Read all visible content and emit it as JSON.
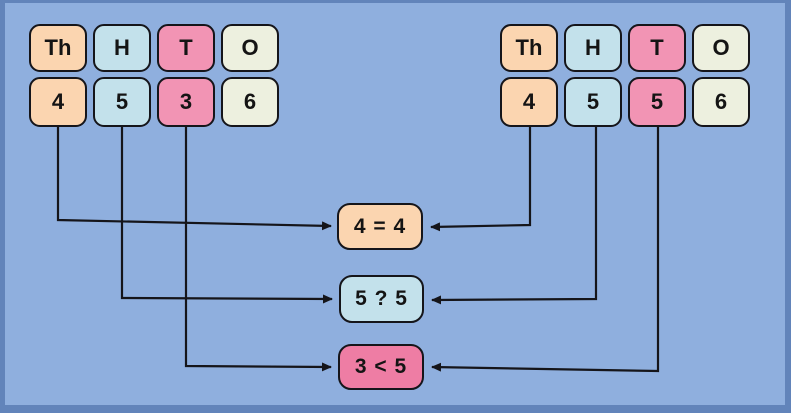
{
  "colors": {
    "bg": "#8fafde",
    "frame": "#6284ba",
    "peach": "#fbd5b0",
    "blue": "#c3e1eb",
    "pink": "#f294b4",
    "pink-deep": "#ee7da4",
    "cream": "#edf0df",
    "line": "#15151a",
    "text": "#141414"
  },
  "left_number": {
    "headers": [
      {
        "label": "Th"
      },
      {
        "label": "H"
      },
      {
        "label": "T"
      },
      {
        "label": "O"
      }
    ],
    "digits": [
      {
        "value": "4"
      },
      {
        "value": "5"
      },
      {
        "value": "3"
      },
      {
        "value": "6"
      }
    ]
  },
  "right_number": {
    "headers": [
      {
        "label": "Th"
      },
      {
        "label": "H"
      },
      {
        "label": "T"
      },
      {
        "label": "O"
      }
    ],
    "digits": [
      {
        "value": "4"
      },
      {
        "value": "5"
      },
      {
        "value": "5"
      },
      {
        "value": "6"
      }
    ]
  },
  "comparisons": [
    {
      "text": "4 = 4"
    },
    {
      "text": "5 ? 5"
    },
    {
      "text": "3 < 5"
    }
  ]
}
